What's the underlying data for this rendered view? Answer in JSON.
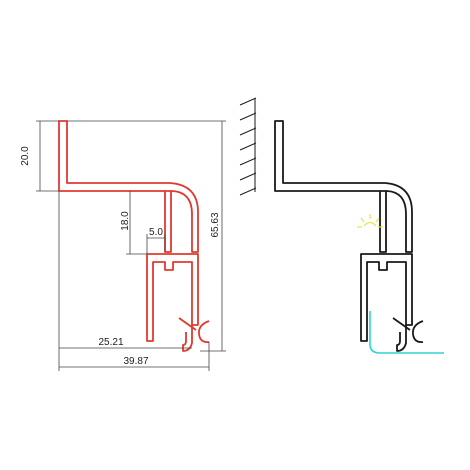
{
  "colors": {
    "background": "#ffffff",
    "profile_red": "#e03a2f",
    "profile_black": "#1a1a1a",
    "dimension": "#444444",
    "led_glow": "#e8e24a",
    "water_cyan": "#35d0d6"
  },
  "dimensions": {
    "height_total": "65.63",
    "top_leg": "20.0",
    "inner_depth": "18.0",
    "slot_width": "5.0",
    "width_inner": "25.21",
    "width_total": "39.87"
  },
  "icons": {
    "wall_hatch": "wall-hatch-icon",
    "light": "light-rays-icon",
    "water": "water-edge-icon"
  }
}
